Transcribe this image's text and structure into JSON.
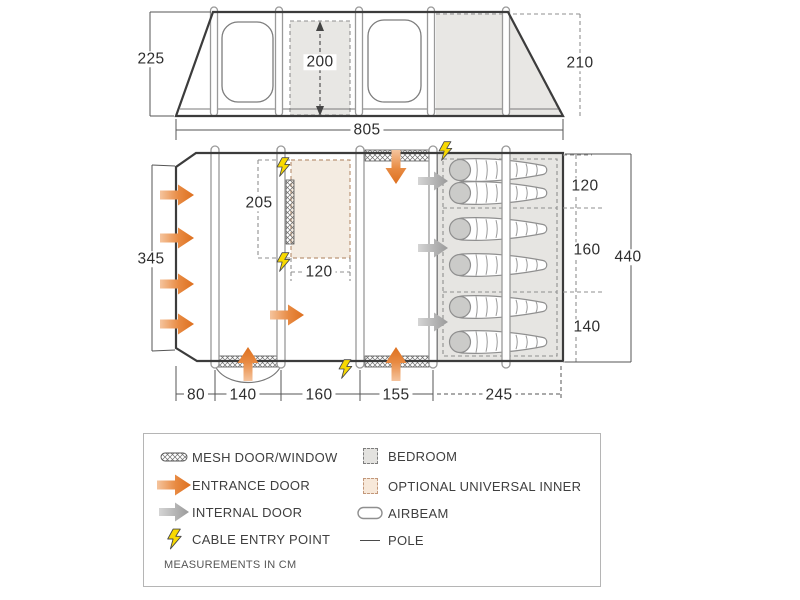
{
  "colors": {
    "outline": "#3c3c3c",
    "dashed_gray": "#8f8f8f",
    "bedroom_fill": "#e6e5e2",
    "optional_inner_fill": "#f4ece2",
    "optional_inner_border": "#bb9678",
    "optional_inner_swatch": "#f7e8d9",
    "entrance_arrow": "#dd701f",
    "internal_arrow": "#9c9c9c",
    "cable_bolt": "#f8d900"
  },
  "elevation": {
    "height_left": "225",
    "height_mid": "200",
    "height_right": "210"
  },
  "plan": {
    "width_total": "805",
    "depth_front": "345",
    "inner_height": "205",
    "inner_width": "120",
    "bedroom_sections": [
      "120",
      "160",
      "140"
    ],
    "depth_total": "440",
    "front_segments": [
      "80",
      "140",
      "160",
      "155",
      "245"
    ]
  },
  "legend": {
    "left": [
      {
        "icon": "mesh-door-window-icon",
        "label": "MESH DOOR/WINDOW"
      },
      {
        "icon": "entrance-door-icon",
        "label": "ENTRANCE DOOR"
      },
      {
        "icon": "internal-door-icon",
        "label": "INTERNAL DOOR"
      },
      {
        "icon": "cable-entry-icon",
        "label": "CABLE ENTRY POINT"
      }
    ],
    "right": [
      {
        "icon": "bedroom-swatch",
        "label": "BEDROOM"
      },
      {
        "icon": "optional-inner-swatch",
        "label": "OPTIONAL UNIVERSAL INNER"
      },
      {
        "icon": "airbeam-icon",
        "label": "AIRBEAM"
      },
      {
        "icon": "pole-icon",
        "label": "POLE"
      }
    ],
    "note": "MEASUREMENTS IN CM"
  }
}
